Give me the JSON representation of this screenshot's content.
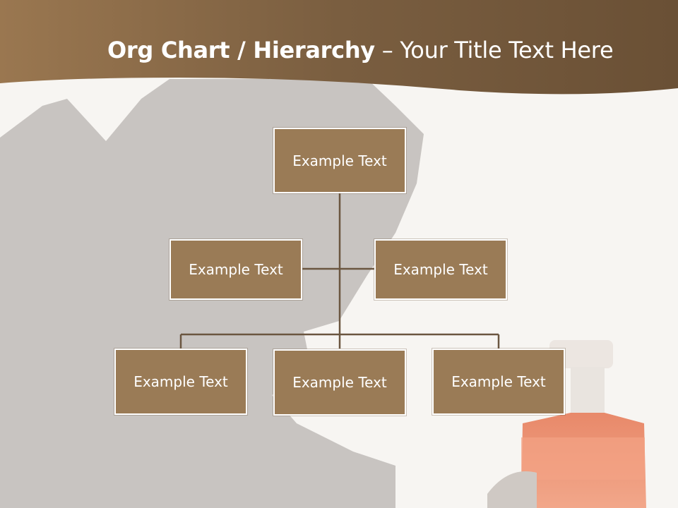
{
  "slide": {
    "title_bold": "Org Chart / Hierarchy",
    "title_dash": " – ",
    "title_rest": "Your Title Text Here"
  },
  "org_chart": {
    "root": "Example Text",
    "level2": [
      "Example Text",
      "Example Text"
    ],
    "level3": [
      "Example Text",
      "Example Text",
      "Example Text"
    ]
  },
  "colors": {
    "header_brown": "#8a6a48",
    "node_fill": "#9a7b56",
    "connector": "#6b5640"
  }
}
